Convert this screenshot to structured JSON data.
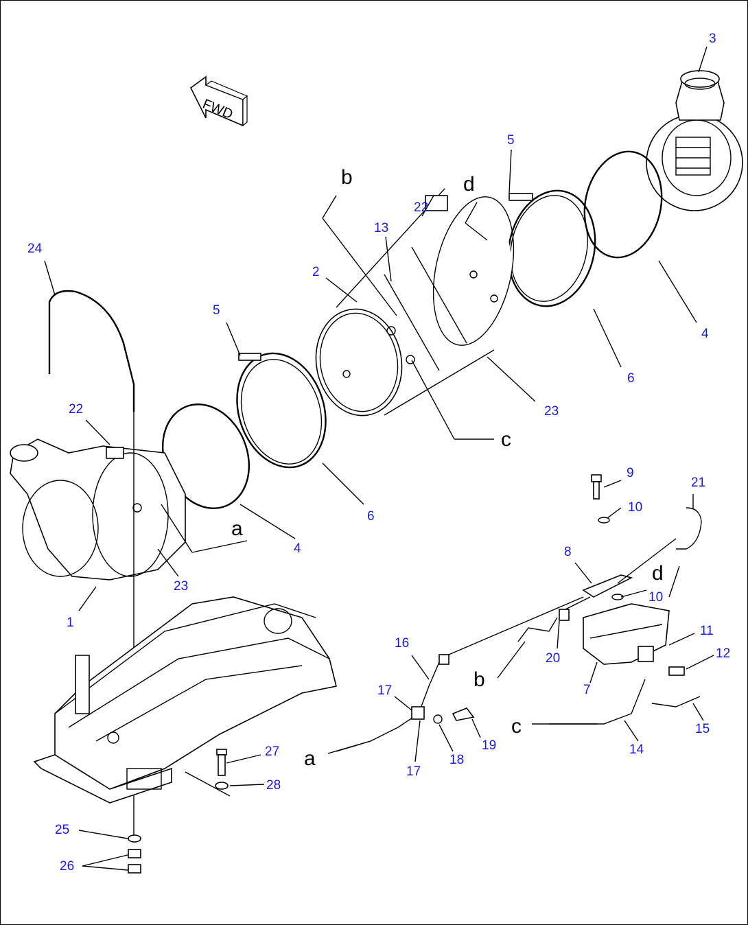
{
  "diagram": {
    "fwd_label": "FWD",
    "callouts": [
      {
        "id": "c3",
        "text": "3"
      },
      {
        "id": "c5a",
        "text": "5"
      },
      {
        "id": "c5b",
        "text": "5"
      },
      {
        "id": "c22a",
        "text": "22"
      },
      {
        "id": "c22b",
        "text": "22"
      },
      {
        "id": "c13",
        "text": "13"
      },
      {
        "id": "c2",
        "text": "2"
      },
      {
        "id": "c24",
        "text": "24"
      },
      {
        "id": "c4a",
        "text": "4"
      },
      {
        "id": "c4b",
        "text": "4"
      },
      {
        "id": "c6a",
        "text": "6"
      },
      {
        "id": "c6b",
        "text": "6"
      },
      {
        "id": "c23a",
        "text": "23"
      },
      {
        "id": "c23b",
        "text": "23"
      },
      {
        "id": "c1",
        "text": "1"
      },
      {
        "id": "c9",
        "text": "9"
      },
      {
        "id": "c10a",
        "text": "10"
      },
      {
        "id": "c10b",
        "text": "10"
      },
      {
        "id": "c21",
        "text": "21"
      },
      {
        "id": "c8",
        "text": "8"
      },
      {
        "id": "c11",
        "text": "11"
      },
      {
        "id": "c12",
        "text": "12"
      },
      {
        "id": "c7",
        "text": "7"
      },
      {
        "id": "c20",
        "text": "20"
      },
      {
        "id": "c16",
        "text": "16"
      },
      {
        "id": "c17a",
        "text": "17"
      },
      {
        "id": "c17b",
        "text": "17"
      },
      {
        "id": "c18",
        "text": "18"
      },
      {
        "id": "c19",
        "text": "19"
      },
      {
        "id": "c14",
        "text": "14"
      },
      {
        "id": "c15",
        "text": "15"
      },
      {
        "id": "c27",
        "text": "27"
      },
      {
        "id": "c28",
        "text": "28"
      },
      {
        "id": "c25",
        "text": "25"
      },
      {
        "id": "c26",
        "text": "26"
      }
    ],
    "ref_letters": [
      {
        "id": "lb1",
        "text": "b"
      },
      {
        "id": "ld1",
        "text": "d"
      },
      {
        "id": "lc1",
        "text": "c"
      },
      {
        "id": "la1",
        "text": "a"
      },
      {
        "id": "ld2",
        "text": "d"
      },
      {
        "id": "lb2",
        "text": "b"
      },
      {
        "id": "lc2",
        "text": "c"
      },
      {
        "id": "la2",
        "text": "a"
      }
    ]
  }
}
